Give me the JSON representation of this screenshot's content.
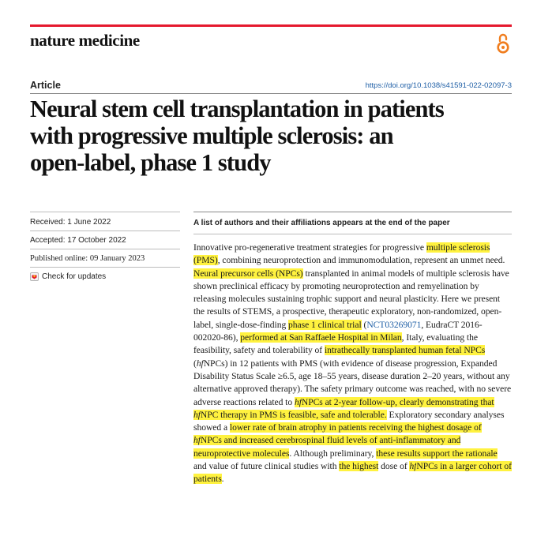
{
  "journal": {
    "name": "nature medicine"
  },
  "article": {
    "type": "Article",
    "doi": "https://doi.org/10.1038/s41591-022-02097-3",
    "title_lines": [
      "Neural stem cell transplantation in patients",
      "with progressive multiple sclerosis: an",
      "open-label, phase 1 study"
    ]
  },
  "meta": {
    "received": "Received: 1 June 2022",
    "accepted": "Accepted: 17 October 2022",
    "published": "Published online: 09 January 2023",
    "check_updates": "Check for updates"
  },
  "authors_note": "A list of authors and their affiliations appears at the end of the paper",
  "abstract": {
    "s01": "Innovative pro-regenerative treatment strategies for progressive ",
    "s02": "multiple sclerosis (PMS)",
    "s03": ", combining neuroprotection and immunomodulation, represent an unmet need. ",
    "s04": "Neural precursor cells (NPCs)",
    "s05": " transplanted in animal models of multiple sclerosis have shown preclinical efficacy by promoting neuroprotection and remyelination by releasing molecules sustaining trophic support and neural plasticity. Here we present the results of STEMS, a prospective, therapeutic exploratory, non-randomized, open-label, single-dose-finding ",
    "s06": "phase 1 clinical trial",
    "s07": " (",
    "s08": "NCT03269071",
    "s09": ", EudraCT 2016-002020-86), ",
    "s10": "performed at San Raffaele Hospital in Milan",
    "s11": ", Italy, evaluating the feasibility, safety and tolerability of ",
    "s12": "intrathecally transplanted human fetal NPCs",
    "s13": " (",
    "s14": "hf",
    "s15": "NPCs) in 12 patients with PMS (with evidence of disease progression, Expanded Disability Status Scale ≥6.5, age 18–55 years, disease duration 2–20 years, without any alternative approved therapy). The safety primary outcome was reached, with no severe adverse reactions related to ",
    "s16": "hf",
    "s17": "NPCs at 2-year follow-up, clearly demonstrating that ",
    "s18": "hf",
    "s19": "NPC therapy in PMS is feasible, safe and tolerable.",
    "s20": " Exploratory secondary analyses showed a ",
    "s21": "lower rate of brain atrophy in patients receiving the highest dosage of ",
    "s22": "hf",
    "s23": "NPCs and increased cerebrospinal fluid levels of anti-inflammatory and neuroprotective molecules",
    "s24": ". Although preliminary, ",
    "s25": "these results support the rationale",
    "s26": " and value of future clinical studies with ",
    "s27": "the highest",
    "s28": " dose of ",
    "s29": "hf",
    "s30": "NPCs in a larger cohort of patients",
    "s31": "."
  },
  "colors": {
    "accent_bar": "#e5192e",
    "open_access": "#f07d1e",
    "link": "#1f5fa6",
    "highlight": "#fff23f"
  },
  "icons": {
    "open_access": "open-access-icon",
    "check_updates": "check-for-updates-icon"
  }
}
